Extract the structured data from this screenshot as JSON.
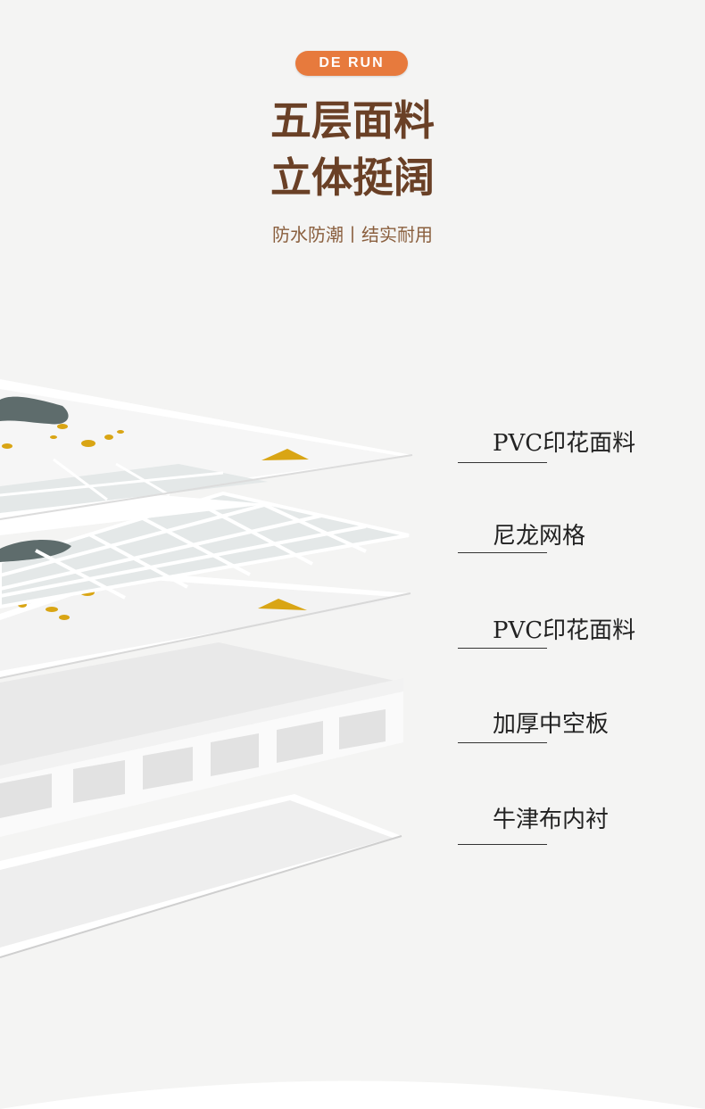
{
  "brand_badge": "DE RUN",
  "title_line1": "五层面料",
  "title_line2": "立体挺阔",
  "subtitle": "防水防潮丨结实耐用",
  "layers": [
    {
      "label": "PVC印花面料"
    },
    {
      "label": "尼龙网格"
    },
    {
      "label": "PVC印花面料"
    },
    {
      "label": "加厚中空板"
    },
    {
      "label": "牛津布内衬"
    }
  ],
  "colors": {
    "badge": "#e77a3d",
    "title": "#6a4026",
    "subtitle": "#8a5f3e",
    "pattern_yellow": "#d9a514",
    "pattern_gray": "#5e6c6c"
  }
}
